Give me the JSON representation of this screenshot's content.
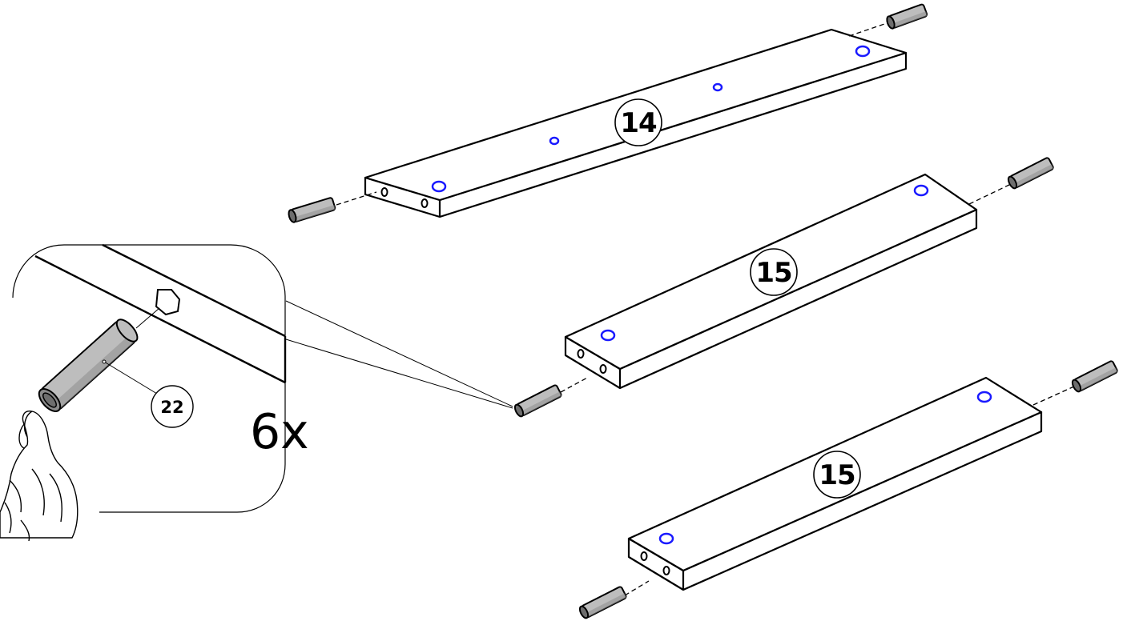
{
  "diagram": {
    "boards": [
      {
        "label": "14"
      },
      {
        "label": "15"
      },
      {
        "label": "15"
      }
    ],
    "dowel_part_number": "22",
    "quantity": "6x",
    "colors": {
      "line": "#000000",
      "hole_highlight": "#1a1aff",
      "dowel_fill": "#bdbdbd",
      "dowel_shadow": "#6e6e6e",
      "board_fill": "#ffffff"
    }
  }
}
